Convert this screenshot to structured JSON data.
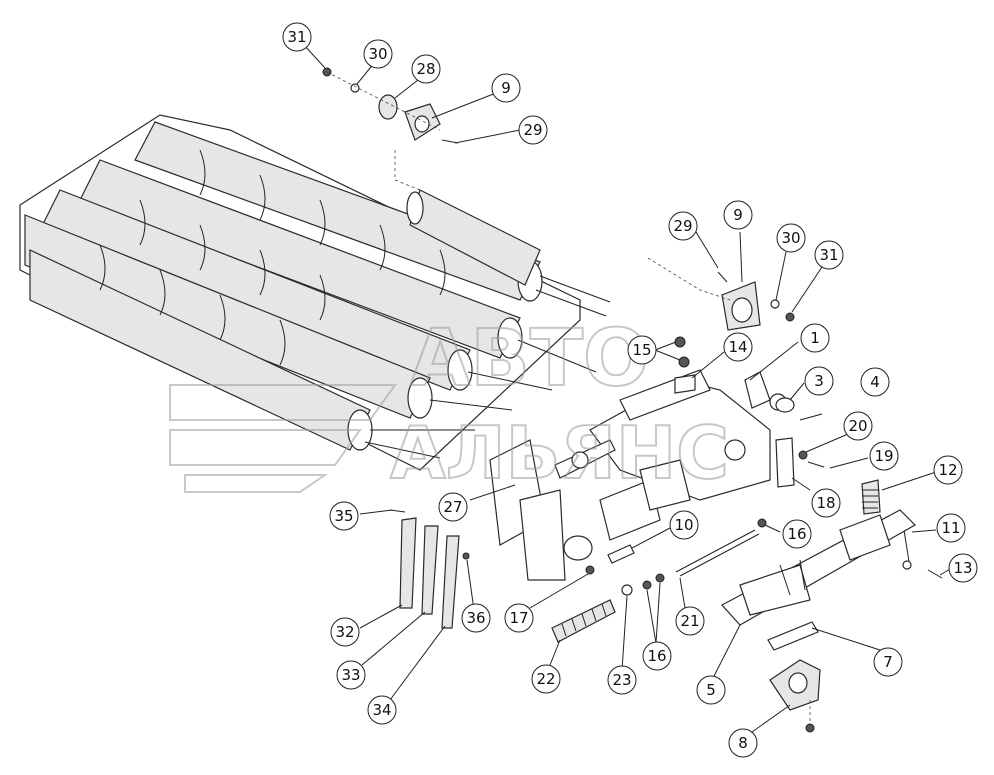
{
  "diagram": {
    "callouts": [
      "31",
      "30",
      "28",
      "9",
      "29",
      "29",
      "9",
      "30",
      "31",
      "15",
      "14",
      "1",
      "3",
      "4",
      "20",
      "19",
      "12",
      "18",
      "11",
      "13",
      "27",
      "10",
      "16",
      "17",
      "21",
      "35",
      "32",
      "33",
      "34",
      "36",
      "22",
      "23",
      "16",
      "5",
      "7",
      "8"
    ]
  },
  "watermark": {
    "line1": "АВТО",
    "line2": "АЛЬЯНС"
  }
}
